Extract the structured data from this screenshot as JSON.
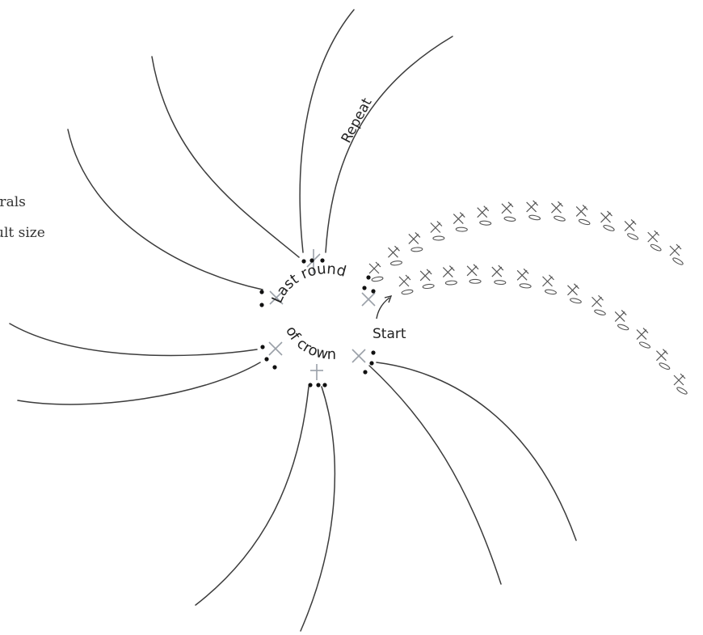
{
  "side_note": {
    "line1": "irals",
    "line2": "ult size"
  },
  "labels": {
    "repeat": "Repeat",
    "start": "Start",
    "last_round": "Last round",
    "of_crown": "of crown"
  },
  "colors": {
    "line": "#3c3c3c",
    "cross_mark": "#9aa0a8",
    "stitch": "#555555"
  }
}
